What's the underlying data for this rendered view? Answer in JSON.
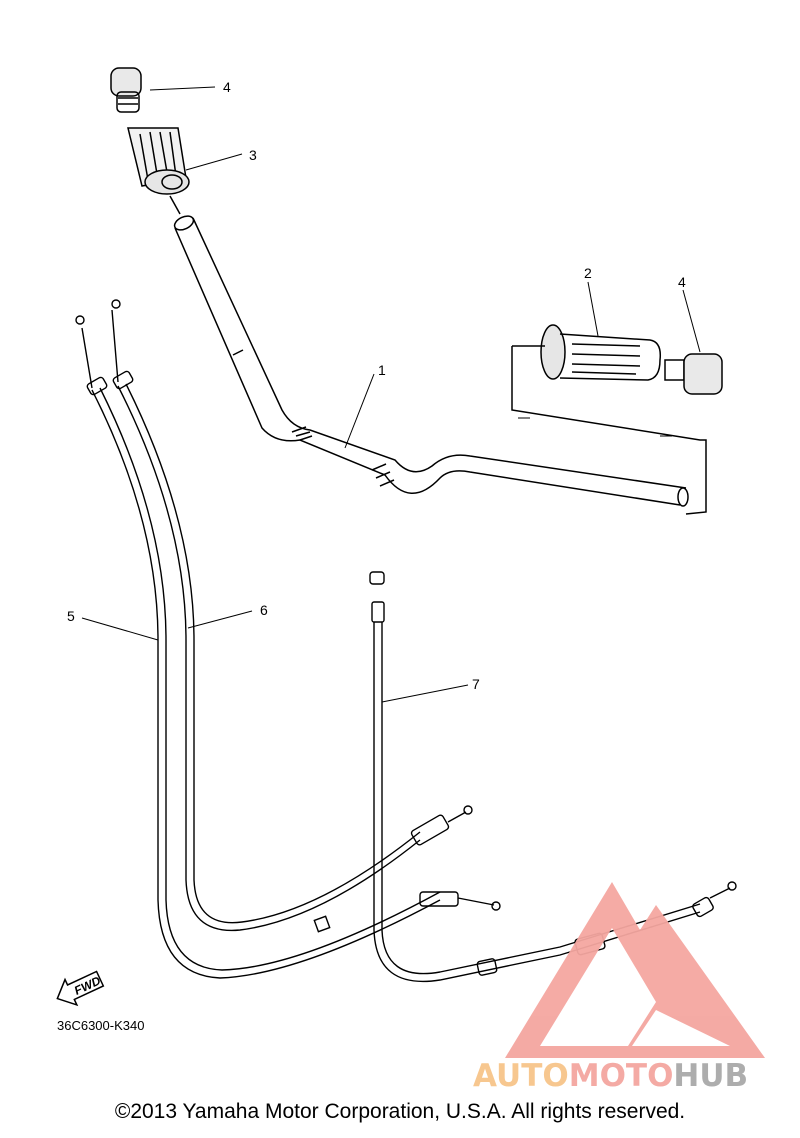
{
  "diagram": {
    "callouts": {
      "c1": "1",
      "c2": "2",
      "c3": "3",
      "c4a": "4",
      "c4b": "4",
      "c5": "5",
      "c6": "6",
      "c7": "7"
    },
    "fwd_label": "FWD",
    "drawing_code": "36C6300-K340"
  },
  "watermark": {
    "part1": "AUTO",
    "part2": "MOTO",
    "part3": "HUB",
    "colors": {
      "triangle": "#f4a6a0",
      "auto": "#f7c58a",
      "moto": "#f4a6a0",
      "hub": "#a9a9a9"
    }
  },
  "footer": {
    "copyright": "©2013 Yamaha Motor Corporation, U.S.A. All rights reserved."
  }
}
